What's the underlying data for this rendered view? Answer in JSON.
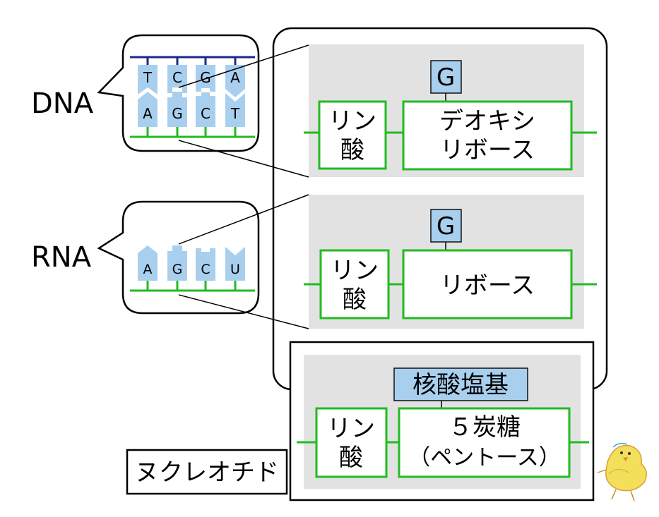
{
  "labels": {
    "dna": "DNA",
    "rna": "RNA",
    "nucleotide": "ヌクレオチド"
  },
  "dna_strand": {
    "top_bases": [
      "T",
      "C",
      "G",
      "A"
    ],
    "bottom_bases": [
      "A",
      "G",
      "C",
      "T"
    ]
  },
  "rna_strand": {
    "bases": [
      "A",
      "G",
      "C",
      "U"
    ]
  },
  "dna_nucleotide": {
    "base": "G",
    "phosphate": [
      "リン",
      "酸"
    ],
    "sugar": [
      "デオキシ",
      "リボース"
    ]
  },
  "rna_nucleotide": {
    "base": "G",
    "phosphate": [
      "リン",
      "酸"
    ],
    "sugar": "リボース"
  },
  "generic_nucleotide": {
    "base": "核酸塩基",
    "phosphate": [
      "リン",
      "酸"
    ],
    "sugar": [
      "５炭糖",
      "（ペントース）"
    ]
  },
  "colors": {
    "base_fill": "#a9cfef",
    "backbone_green": "#22bb22",
    "strand_navy": "#1e2a8a",
    "panel_gray": "#e2e2e2"
  },
  "icons": [
    "chick-icon"
  ]
}
